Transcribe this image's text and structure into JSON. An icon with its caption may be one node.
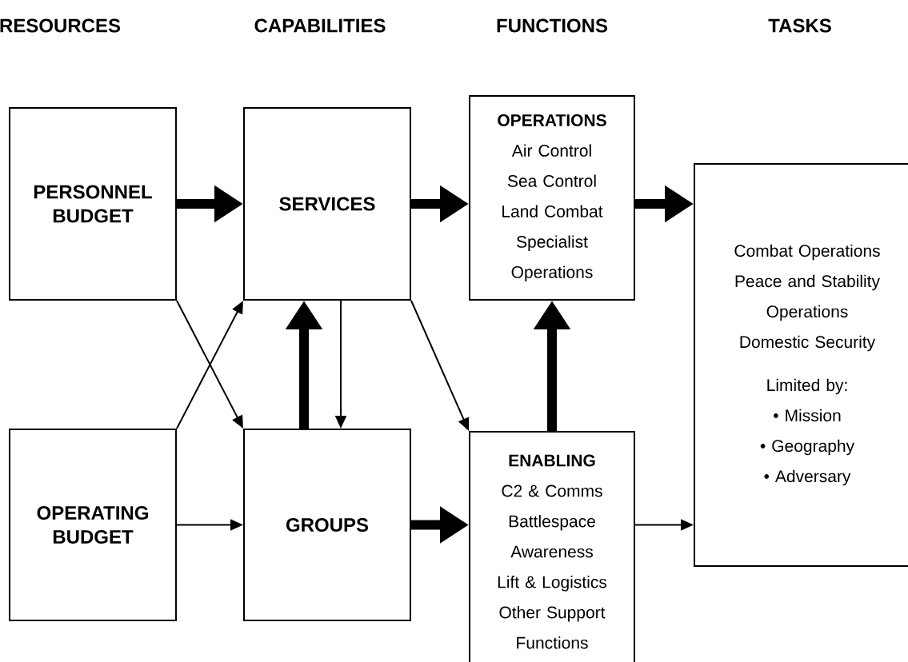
{
  "diagram": {
    "nodes": [
      {
        "text": [
          "PERSONNEL BUDGET"
        ]
      },
      {
        "text": [
          "SERVICES"
        ]
      },
      {
        "text": [
          "OPERATIONS",
          "Air Control",
          "Sea Control",
          "Land Combat",
          "Specialist Operations"
        ]
      },
      {
        "text": [
          "Combat Operations",
          "Peace and Stability Operations",
          "Domestic Security",
          "Limited by:",
          "• Mission",
          "• Geography",
          "• Adversary"
        ]
      },
      {
        "text": [
          "OPERATING BUDGET"
        ]
      },
      {
        "text": [
          "GROUPS"
        ]
      },
      {
        "text": [
          "ENABLING",
          "C2 & Comms",
          "Battlespace Awareness",
          "Lift & Logistics",
          "Other Support Functions"
        ]
      }
    ],
    "edges": [
      {
        "from": 0,
        "to": 1,
        "arrow": "to",
        "style": "thick"
      },
      {
        "from": 1,
        "to": 2,
        "arrow": "to",
        "style": "thick"
      },
      {
        "from": 2,
        "to": 3,
        "arrow": "to",
        "style": "thick"
      },
      {
        "from": 0,
        "to": 5,
        "arrow": "to"
      },
      {
        "from": 4,
        "to": 1,
        "arrow": "to"
      },
      {
        "from": 5,
        "to": 1,
        "arrow": "to",
        "style": "thick"
      },
      {
        "from": 1,
        "to": 5,
        "arrow": "to"
      },
      {
        "from": 1,
        "to": 6,
        "arrow": "to"
      },
      {
        "from": 6,
        "to": 2,
        "arrow": "to",
        "style": "thick"
      },
      {
        "from": 4,
        "to": 5,
        "arrow": "to"
      },
      {
        "from": 5,
        "to": 6,
        "arrow": "to",
        "style": "thick"
      },
      {
        "from": 6,
        "to": 3,
        "arrow": "to"
      }
    ],
    "labels": [
      "RESOURCES",
      "CAPABILITIES",
      "FUNCTIONS",
      "TASKS"
    ]
  }
}
